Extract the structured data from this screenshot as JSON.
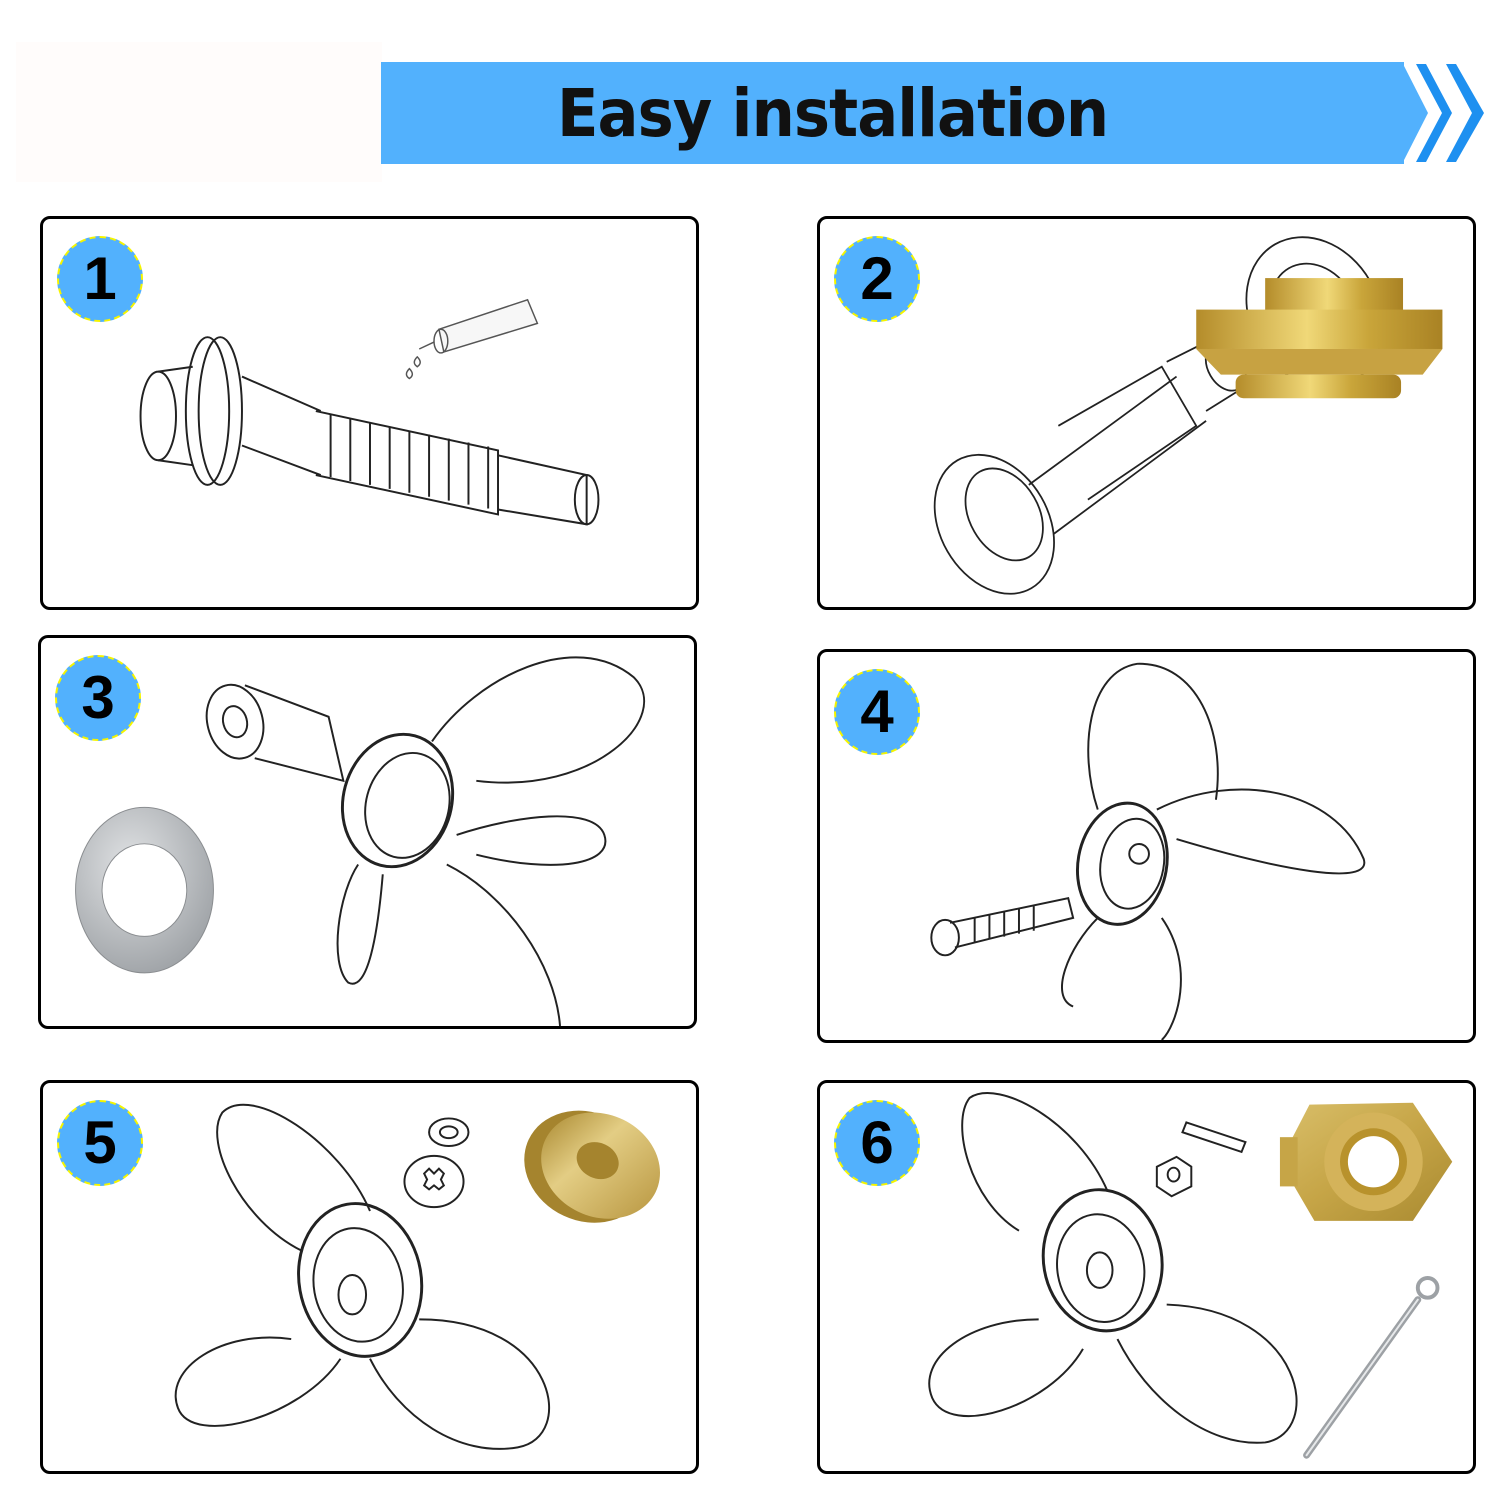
{
  "banner": {
    "title": "Easy installation",
    "background_color": "#52b1fd",
    "chevron_color": "#1e90f0",
    "icon": "double-chevron-right-icon"
  },
  "steps": [
    {
      "number": "1",
      "description_items": [
        "propeller-shaft",
        "grease-tube"
      ]
    },
    {
      "number": "2",
      "description_items": [
        "propeller-shaft",
        "thrust-washer",
        "brass-thrust-hub"
      ]
    },
    {
      "number": "3",
      "description_items": [
        "spline-spacer",
        "stainless-washer",
        "propeller"
      ]
    },
    {
      "number": "4",
      "description_items": [
        "propeller-shaft",
        "propeller"
      ]
    },
    {
      "number": "5",
      "description_items": [
        "propeller",
        "splined-spacer",
        "washer",
        "brass-spacer"
      ]
    },
    {
      "number": "6",
      "description_items": [
        "propeller",
        "nut",
        "pin",
        "brass-castle-nut",
        "cotter-pin"
      ]
    }
  ],
  "colors": {
    "badge_fill": "#52b1fd",
    "badge_outline": "#f4f400",
    "panel_border": "#000000",
    "brass": "#c9a53a",
    "steel": "#b9bcbf"
  }
}
